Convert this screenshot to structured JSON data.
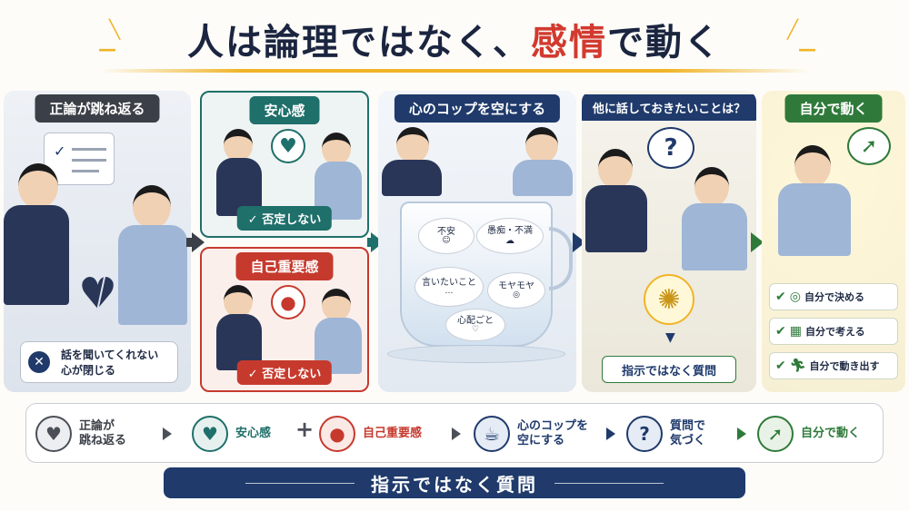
{
  "title": {
    "part1": "人は論理ではなく、",
    "part2": "感情",
    "part3": "で動く"
  },
  "panels": {
    "p1": {
      "header": "正論が跳ね返る",
      "note_line1": "話を聞いてくれない",
      "note_line2": "心が閉じる"
    },
    "p2a": {
      "header": "安心感",
      "badge": "否定しない"
    },
    "p2b": {
      "header": "自己重要感",
      "badge": "否定しない"
    },
    "p3": {
      "header": "心のコップを空にする",
      "thoughts": [
        "不安",
        "愚痴・不満",
        "言いたいこと",
        "モヤモヤ",
        "心配ごと"
      ]
    },
    "p4": {
      "header": "他に話しておきたいことは？",
      "bubble": "?",
      "label": "指示ではなく質問"
    },
    "p5": {
      "header": "自分で動く",
      "items": [
        "自分で決める",
        "自分で考える",
        "自分で動き出す"
      ]
    }
  },
  "flow": {
    "step1_line1": "正論が",
    "step1_line2": "跳ね返る",
    "step2": "安心感",
    "plus": "+",
    "step3": "自己重要感",
    "step4_line1": "心のコップを",
    "step4_line2": "空にする",
    "step5_line1": "質問で",
    "step5_line2": "気づく",
    "step6": "自分で動く"
  },
  "banner": "指示ではなく質問",
  "colors": {
    "navy": "#1f3a6b",
    "teal": "#1f6f6a",
    "red": "#c63a2e",
    "green": "#2f7a3a",
    "dark": "#3b3f47",
    "accent_yellow": "#f0b428"
  }
}
